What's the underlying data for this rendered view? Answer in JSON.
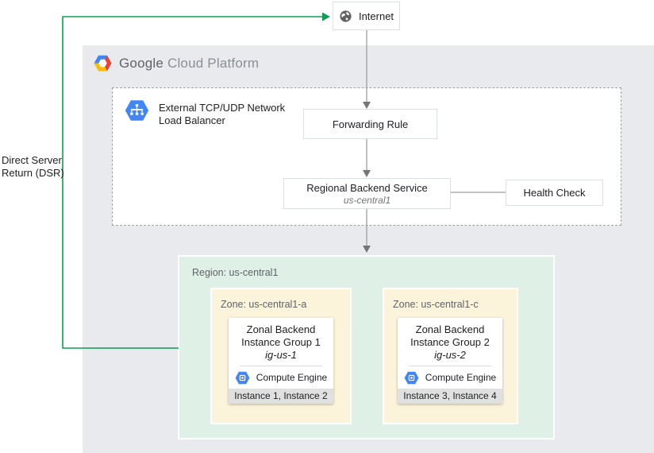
{
  "colors": {
    "accent_green": "#0f9d58",
    "arrow_gray": "#757575",
    "line_gray": "#9e9e9e",
    "container_bg": "#e8eaed",
    "region_bg": "#dff0e7",
    "zone_bg": "#fbf3da",
    "instance_strip_bg": "#e0e0e0",
    "gcp_blue": "#4285f4",
    "gcp_red": "#ea4335",
    "gcp_yellow": "#fbbc05"
  },
  "internet": {
    "label": "Internet"
  },
  "dsr": {
    "label": "Direct Server Return (DSR)"
  },
  "platform": {
    "brand_primary": "Google",
    "brand_secondary": "Cloud Platform"
  },
  "load_balancer": {
    "title": "External TCP/UDP Network Load Balancer"
  },
  "forwarding_rule": {
    "label": "Forwarding Rule"
  },
  "backend_service": {
    "label": "Regional Backend Service",
    "scope": "us-central1"
  },
  "health_check": {
    "label": "Health Check"
  },
  "region": {
    "label": "Region: us-central1",
    "zones": [
      {
        "label": "Zone: us-central1-a",
        "instance_group": {
          "title": "Zonal Backend Instance Group 1",
          "name": "ig-us-1",
          "platform": "Compute Engine",
          "instances": "Instance 1, Instance 2"
        }
      },
      {
        "label": "Zone: us-central1-c",
        "instance_group": {
          "title": "Zonal Backend Instance Group 2",
          "name": "ig-us-2",
          "platform": "Compute Engine",
          "instances": "Instance 3, Instance 4"
        }
      }
    ]
  }
}
